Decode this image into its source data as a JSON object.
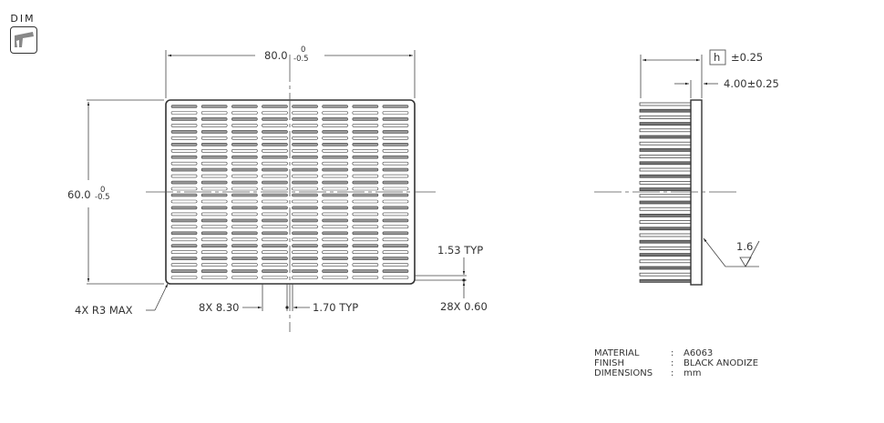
{
  "badge": {
    "label": "DIM",
    "icon": "caliper-icon"
  },
  "front_view": {
    "width_dim": {
      "nominal": "80.0",
      "upper_tol": "0",
      "lower_tol": "-0.5"
    },
    "height_dim": {
      "nominal": "60.0",
      "upper_tol": "0",
      "lower_tol": "-0.5"
    },
    "corner_radius": "4X R3 MAX",
    "fin_pitch": "8X 8.30",
    "fin_gap": "1.70 TYP",
    "slot_pitch": "1.53 TYP",
    "slot_width": "28X 0.60",
    "fin_columns": 8,
    "fin_rows": 28
  },
  "side_view": {
    "height_dim": {
      "symbol": "h",
      "tolerance": "±0.25"
    },
    "base_thickness": "4.00±0.25",
    "surface_finish": "1.6"
  },
  "notes": [
    {
      "key": "MATERIAL",
      "sep": ":",
      "value": "A6063"
    },
    {
      "key": "FINISH",
      "sep": ":",
      "value": "BLACK ANODIZE"
    },
    {
      "key": "DIMENSIONS",
      "sep": ":",
      "value": "mm"
    }
  ],
  "colors": {
    "line": "#333333",
    "fin_fill": "#8a8a8a",
    "background": "#ffffff"
  }
}
